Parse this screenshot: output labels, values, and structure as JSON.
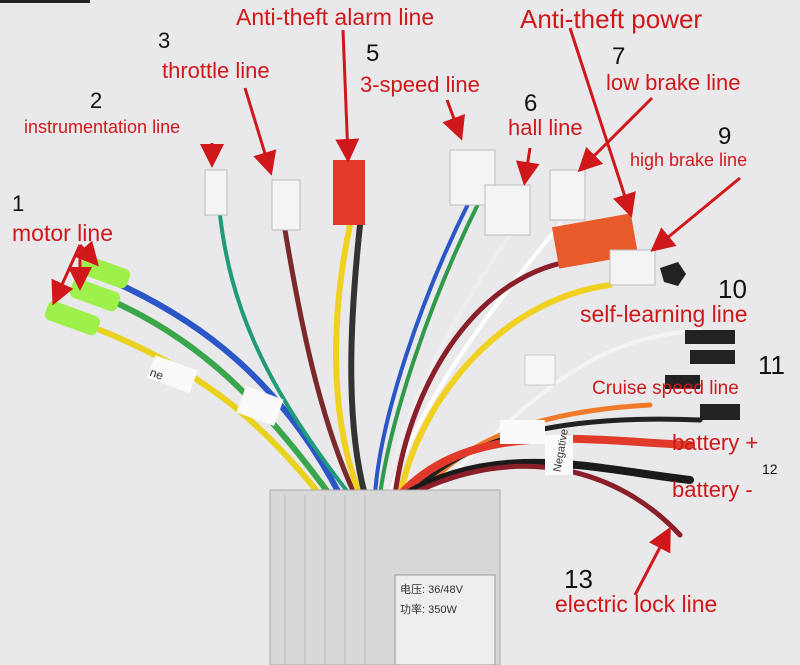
{
  "labels": {
    "motor": {
      "number": "1",
      "text": "motor line"
    },
    "instrumentation": {
      "number": "2",
      "text": "instrumentation line"
    },
    "throttle": {
      "number": "3",
      "text": "throttle line"
    },
    "alarm": {
      "text": "Anti-theft alarm line"
    },
    "speed3": {
      "number": "5",
      "text": "3-speed line"
    },
    "hall": {
      "number": "6",
      "text": "hall line"
    },
    "antitheft_power": {
      "text": "Anti-theft power"
    },
    "low_brake": {
      "number": "7",
      "text": "low brake line"
    },
    "high_brake": {
      "number": "9",
      "text": "high brake line"
    },
    "self_learning": {
      "number": "10",
      "text": "self-learning line"
    },
    "cruise": {
      "number": "11",
      "text": "Cruise speed line"
    },
    "battery_pos": {
      "text": "battery +"
    },
    "battery_neg": {
      "number": "12",
      "text": "battery -"
    },
    "electric_lock": {
      "number": "13",
      "text": "electric lock line"
    }
  },
  "tags": {
    "left_tag": "ne",
    "negative_tag": "Negative"
  },
  "controller": {
    "voltage": "电压: 36/48V",
    "power": "功率: 350W"
  },
  "colors": {
    "label": "#d0181b",
    "number": "#111111",
    "background": "#e9e9eb"
  }
}
